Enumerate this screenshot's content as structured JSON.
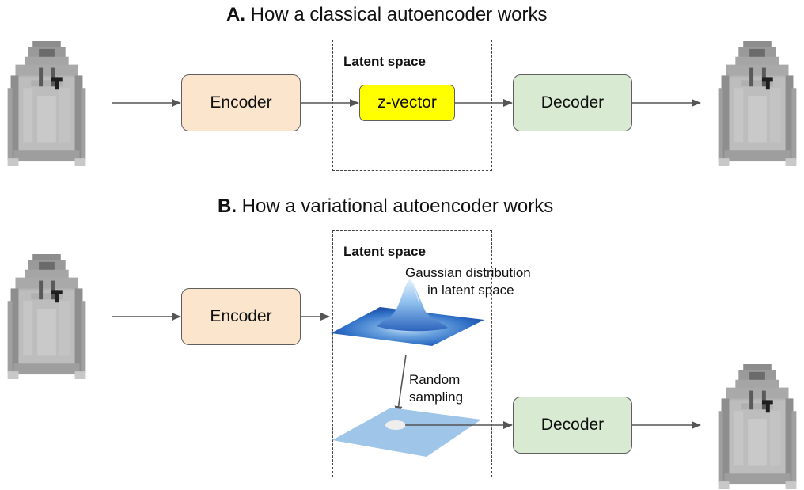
{
  "section_a": {
    "prefix": "A.",
    "title": "How a classical autoencoder works",
    "latent_label": "Latent space",
    "encoder": "Encoder",
    "zvector": "z-vector",
    "decoder": "Decoder"
  },
  "section_b": {
    "prefix": "B.",
    "title": "How a variational autoencoder works",
    "latent_label": "Latent space",
    "encoder": "Encoder",
    "gaussian_line1": "Gaussian distribution",
    "gaussian_line2": "in latent space",
    "sampling_line1": "Random",
    "sampling_line2": "sampling",
    "decoder": "Decoder"
  },
  "colors": {
    "encoder_fill": "#fce5cd",
    "decoder_fill": "#d9ead3",
    "zvector_fill": "#ffff00",
    "plane_fill": "#9fc5e8",
    "arrow": "#555555"
  },
  "icons": [
    "hoodie-image"
  ]
}
